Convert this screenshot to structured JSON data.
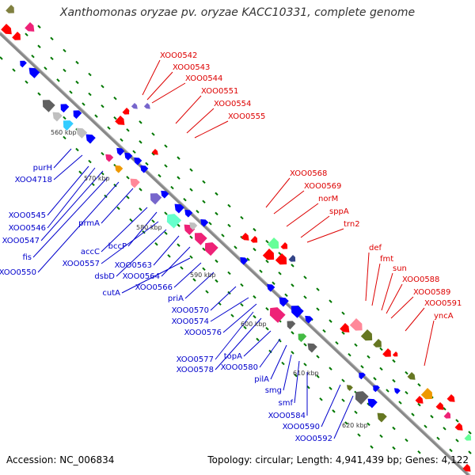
{
  "title": "Xanthomonas oryzae pv. oryzae KACC10331, complete genome",
  "footer": {
    "accession": "Accession: NC_006834",
    "summary": "Topology: circular; Length: 4,941,439 bp; Genes: 4,122"
  },
  "colors": {
    "backbone": "#888888",
    "plus_strand_gene": "#ff0000",
    "minus_strand_gene": "#0000ff",
    "plus_label": "#dd0000",
    "minus_label": "#0000cc",
    "noncoding_dots": "#007700"
  },
  "ticks": [
    "560 kbp",
    "570 kbp",
    "580 kbp",
    "590 kbp",
    "600 kbp",
    "610 kbp",
    "620 kbp"
  ],
  "labels_red": [
    "XOO0542",
    "XOO0543",
    "XOO0544",
    "XOO0551",
    "XOO0554",
    "XOO0555",
    "XOO0568",
    "XOO0569",
    "norM",
    "sppA",
    "trn2",
    "def",
    "fmt",
    "sun",
    "XOO0588",
    "XOO0589",
    "XOO0591",
    "yncA"
  ],
  "labels_blue": [
    "purH",
    "XOO4718",
    "XOO0545",
    "XOO0546",
    "XOO0547",
    "fis",
    "XOO0550",
    "prmA",
    "accC",
    "bccP",
    "XOO0557",
    "dsbD",
    "XOO0563",
    "XOO0564",
    "cutA",
    "XOO0566",
    "priA",
    "XOO0570",
    "XOO0574",
    "XOO0576",
    "XOO0577",
    "XOO0578",
    "topA",
    "XOO0580",
    "pilA",
    "smg",
    "smf",
    "XOO0584",
    "XOO0590",
    "XOO0592"
  ]
}
